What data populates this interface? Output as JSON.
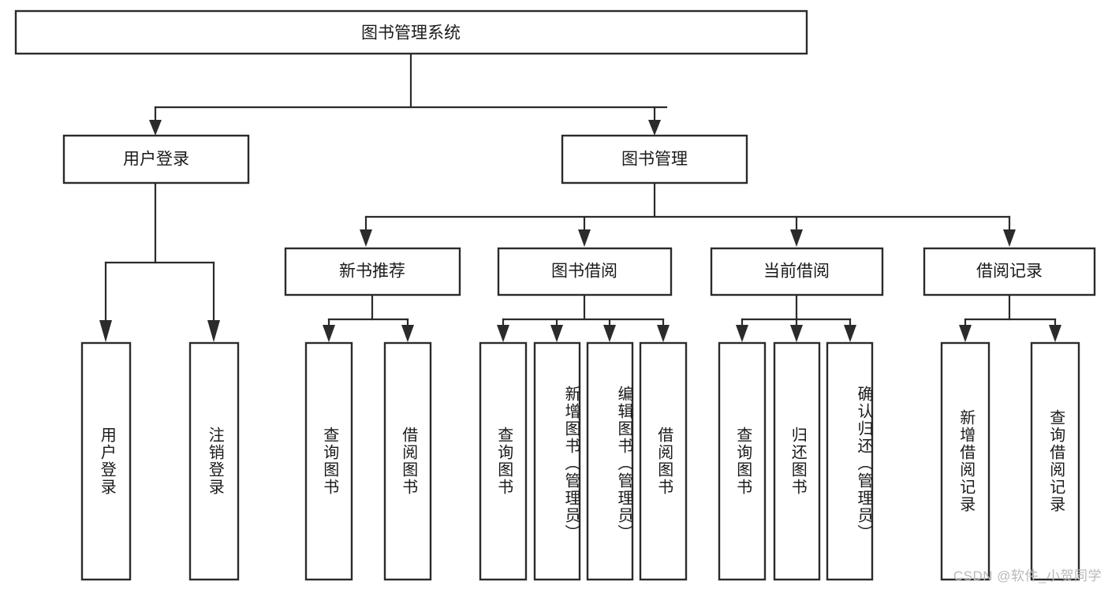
{
  "diagram": {
    "title": "图书管理系统",
    "type": "tree-hierarchy",
    "root": {
      "id": "root",
      "label": "图书管理系统",
      "orientation": "horizontal"
    },
    "level2": [
      {
        "id": "user-login",
        "label": "用户登录",
        "orientation": "horizontal"
      },
      {
        "id": "book-manage",
        "label": "图书管理",
        "orientation": "horizontal"
      }
    ],
    "level3": [
      {
        "id": "new-book-recommend",
        "label": "新书推荐",
        "parent": "book-manage",
        "orientation": "horizontal"
      },
      {
        "id": "book-borrow",
        "label": "图书借阅",
        "parent": "book-manage",
        "orientation": "horizontal"
      },
      {
        "id": "current-borrow",
        "label": "当前借阅",
        "parent": "book-manage",
        "orientation": "horizontal"
      },
      {
        "id": "borrow-record",
        "label": "借阅记录",
        "parent": "book-manage",
        "orientation": "horizontal"
      }
    ],
    "leaves": [
      {
        "id": "leaf-user-login",
        "label": "用户登录",
        "parent": "user-login",
        "orientation": "vertical"
      },
      {
        "id": "leaf-logout-login",
        "label": "注销登录",
        "parent": "user-login",
        "orientation": "vertical"
      },
      {
        "id": "leaf-query-book-1",
        "label": "查询图书",
        "parent": "new-book-recommend",
        "orientation": "vertical"
      },
      {
        "id": "leaf-borrow-book-1",
        "label": "借阅图书",
        "parent": "new-book-recommend",
        "orientation": "vertical"
      },
      {
        "id": "leaf-query-book-2",
        "label": "查询图书",
        "parent": "book-borrow",
        "orientation": "vertical"
      },
      {
        "id": "leaf-add-book",
        "label": "新增图书（管理员）",
        "parent": "book-borrow",
        "orientation": "vertical"
      },
      {
        "id": "leaf-edit-book",
        "label": "编辑图书（管理员）",
        "parent": "book-borrow",
        "orientation": "vertical"
      },
      {
        "id": "leaf-borrow-book-2",
        "label": "借阅图书",
        "parent": "book-borrow",
        "orientation": "vertical"
      },
      {
        "id": "leaf-query-book-3",
        "label": "查询图书",
        "parent": "current-borrow",
        "orientation": "vertical"
      },
      {
        "id": "leaf-return-book",
        "label": "归还图书",
        "parent": "current-borrow",
        "orientation": "vertical"
      },
      {
        "id": "leaf-confirm-return",
        "label": "确认归还（管理员）",
        "parent": "current-borrow",
        "orientation": "vertical"
      },
      {
        "id": "leaf-add-borrow-record",
        "label": "新增借阅记录",
        "parent": "borrow-record",
        "orientation": "vertical"
      },
      {
        "id": "leaf-query-borrow-record",
        "label": "查询借阅记录",
        "parent": "borrow-record",
        "orientation": "vertical"
      }
    ],
    "colors": {
      "stroke": "#2b2b2b",
      "fill": "#ffffff",
      "text": "#1a1a1a",
      "watermark": "#b9b9b9",
      "background": "#ffffff"
    }
  },
  "watermark": {
    "text": "CSDN @软件_小贺同学"
  }
}
